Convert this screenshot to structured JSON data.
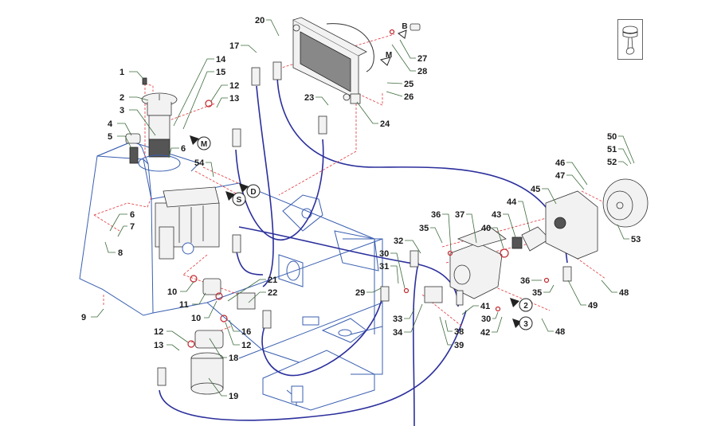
{
  "diagram": {
    "title": "Hydraulic system exploded parts diagram",
    "legend_icon": "piston-icon",
    "colors": {
      "frame": "#3a5fb0",
      "hose": "#2b2f9c",
      "axis_line": "#e0343a",
      "leader": "#3b6b3b",
      "label": "#1a1a1a"
    },
    "callouts": [
      {
        "id": "1",
        "label": "1"
      },
      {
        "id": "2",
        "label": "2"
      },
      {
        "id": "3",
        "label": "3"
      },
      {
        "id": "4",
        "label": "4"
      },
      {
        "id": "5",
        "label": "5"
      },
      {
        "id": "6a",
        "label": "6"
      },
      {
        "id": "6b",
        "label": "6"
      },
      {
        "id": "7",
        "label": "7"
      },
      {
        "id": "8",
        "label": "8"
      },
      {
        "id": "9",
        "label": "9"
      },
      {
        "id": "10a",
        "label": "10"
      },
      {
        "id": "10b",
        "label": "10"
      },
      {
        "id": "11",
        "label": "11"
      },
      {
        "id": "12a",
        "label": "12"
      },
      {
        "id": "12b",
        "label": "12"
      },
      {
        "id": "12c",
        "label": "12"
      },
      {
        "id": "13a",
        "label": "13"
      },
      {
        "id": "13b",
        "label": "13"
      },
      {
        "id": "14",
        "label": "14"
      },
      {
        "id": "15",
        "label": "15"
      },
      {
        "id": "16",
        "label": "16"
      },
      {
        "id": "17",
        "label": "17"
      },
      {
        "id": "18",
        "label": "18"
      },
      {
        "id": "19",
        "label": "19"
      },
      {
        "id": "20",
        "label": "20"
      },
      {
        "id": "21",
        "label": "21"
      },
      {
        "id": "22",
        "label": "22"
      },
      {
        "id": "23",
        "label": "23"
      },
      {
        "id": "24",
        "label": "24"
      },
      {
        "id": "25",
        "label": "25"
      },
      {
        "id": "26",
        "label": "26"
      },
      {
        "id": "27",
        "label": "27"
      },
      {
        "id": "28",
        "label": "28"
      },
      {
        "id": "29",
        "label": "29"
      },
      {
        "id": "30a",
        "label": "30"
      },
      {
        "id": "30b",
        "label": "30"
      },
      {
        "id": "31",
        "label": "31"
      },
      {
        "id": "32",
        "label": "32"
      },
      {
        "id": "33",
        "label": "33"
      },
      {
        "id": "34",
        "label": "34"
      },
      {
        "id": "35a",
        "label": "35"
      },
      {
        "id": "35b",
        "label": "35"
      },
      {
        "id": "36a",
        "label": "36"
      },
      {
        "id": "36b",
        "label": "36"
      },
      {
        "id": "37",
        "label": "37"
      },
      {
        "id": "38",
        "label": "38"
      },
      {
        "id": "39",
        "label": "39"
      },
      {
        "id": "40",
        "label": "40"
      },
      {
        "id": "41",
        "label": "41"
      },
      {
        "id": "42",
        "label": "42"
      },
      {
        "id": "43",
        "label": "43"
      },
      {
        "id": "44",
        "label": "44"
      },
      {
        "id": "45",
        "label": "45"
      },
      {
        "id": "46",
        "label": "46"
      },
      {
        "id": "47",
        "label": "47"
      },
      {
        "id": "48a",
        "label": "48"
      },
      {
        "id": "48b",
        "label": "48"
      },
      {
        "id": "49",
        "label": "49"
      },
      {
        "id": "50",
        "label": "50"
      },
      {
        "id": "51",
        "label": "51"
      },
      {
        "id": "52",
        "label": "52"
      },
      {
        "id": "53",
        "label": "53"
      },
      {
        "id": "54",
        "label": "54"
      }
    ],
    "port_markers": [
      {
        "id": "M1",
        "label": "M"
      },
      {
        "id": "D",
        "label": "D"
      },
      {
        "id": "S",
        "label": "S"
      },
      {
        "id": "P2",
        "label": "2"
      },
      {
        "id": "P3",
        "label": "3"
      }
    ],
    "arrow_labels": [
      {
        "id": "B",
        "label": "B"
      },
      {
        "id": "M2",
        "label": "M"
      }
    ]
  }
}
